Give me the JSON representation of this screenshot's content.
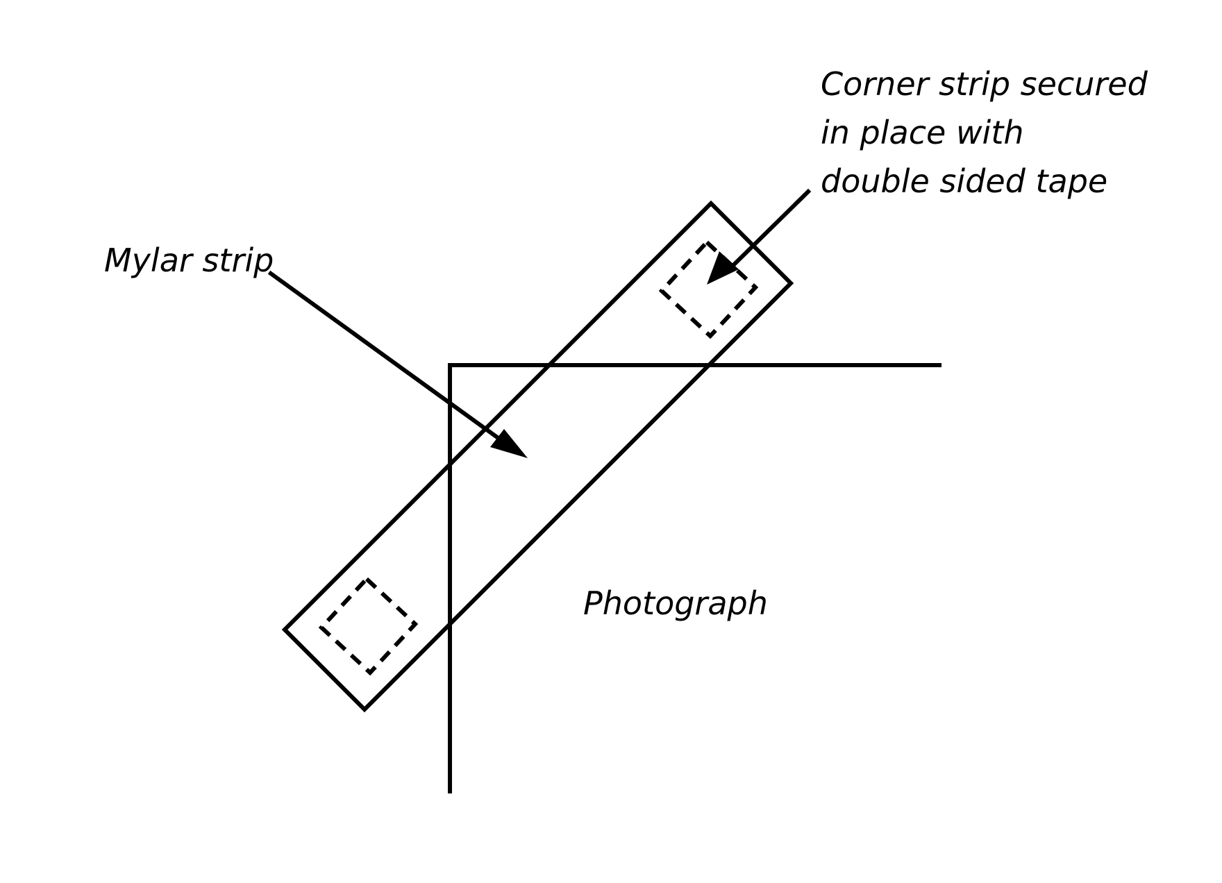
{
  "colors": {
    "ink": "#000000",
    "background": "#ffffff"
  },
  "labels": {
    "mylar_strip": "Mylar strip",
    "photograph": "Photograph",
    "corner_strip": [
      "Corner strip secured",
      "in place with",
      "double sided tape"
    ]
  }
}
